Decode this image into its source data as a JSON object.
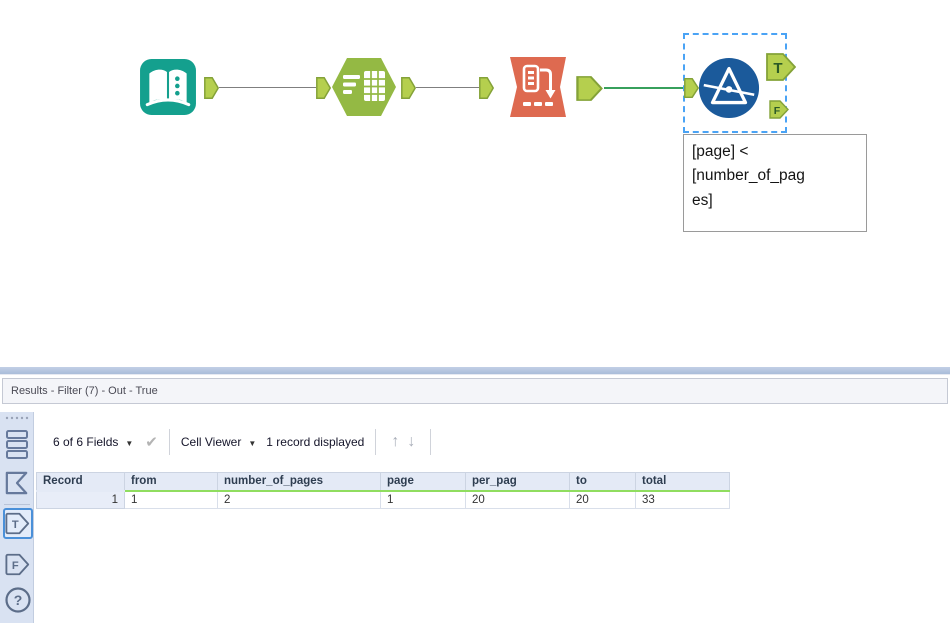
{
  "canvas": {
    "tools": [
      "input-data-tool",
      "text-input-tool",
      "generate-rows-tool",
      "filter-tool"
    ],
    "anchor_labels": {
      "true": "T",
      "false": "F"
    },
    "annotation": {
      "text": "[page] < [number_of_pages]",
      "lines": [
        "[page] <",
        "[number_of_pag",
        "es]"
      ]
    }
  },
  "results": {
    "title": "Results - Filter (7) - Out - True",
    "toolbar": {
      "fields_label": "6 of 6 Fields",
      "cell_viewer_label": "Cell Viewer",
      "records_label": "1 record displayed"
    },
    "sidebar": {
      "anchor_true": "T",
      "anchor_false": "F",
      "help": "?"
    },
    "table": {
      "columns": [
        "Record",
        "from",
        "number_of_pages",
        "page",
        "per_pag",
        "to",
        "total"
      ],
      "rows": [
        [
          "1",
          "1",
          "2",
          "1",
          "20",
          "20",
          "33"
        ]
      ]
    }
  },
  "colors": {
    "input_teal": "#14A08E",
    "hexagon_green": "#94B944",
    "generate_rows_orange": "#DE6A50",
    "filter_blue": "#1B5A9B",
    "anchor_green": "#B5CF4E",
    "anchor_border": "#84A238",
    "connection_green": "#37A05C",
    "selection_blue": "#4AA3F5",
    "header_underline_green": "#90DD5F",
    "sidebar_blue": "#D9E2F2"
  }
}
